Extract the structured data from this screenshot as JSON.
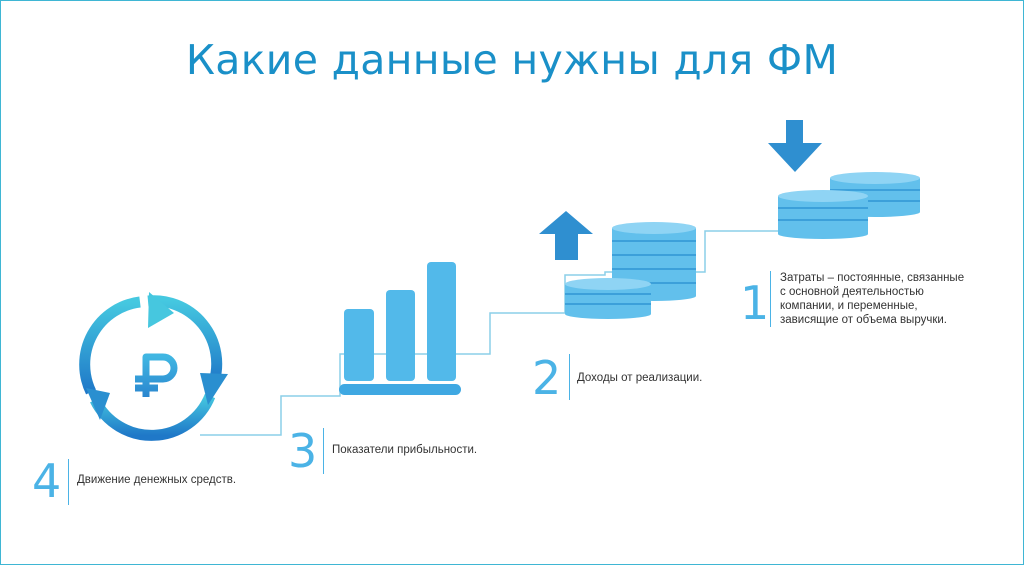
{
  "title": "Какие данные нужны для ФМ",
  "colors": {
    "accent": "#1a90c8",
    "icon_light": "#6bc4ee",
    "icon_mid": "#3c9fd6",
    "connector": "#8ccfe8"
  },
  "items": [
    {
      "number": "1",
      "icon": "coins-down-arrow-icon",
      "lines": [
        "Затраты – постоянные, связанные",
        "с основной деятельностью",
        "компании, и переменные,",
        "зависящие от объема выручки."
      ]
    },
    {
      "number": "2",
      "icon": "coins-up-arrow-icon",
      "lines": [
        "Доходы от реализации."
      ]
    },
    {
      "number": "3",
      "icon": "bar-chart-icon",
      "lines": [
        "Показатели прибыльности."
      ]
    },
    {
      "number": "4",
      "icon": "ruble-cycle-icon",
      "lines": [
        "Движение денежных средств."
      ]
    }
  ]
}
